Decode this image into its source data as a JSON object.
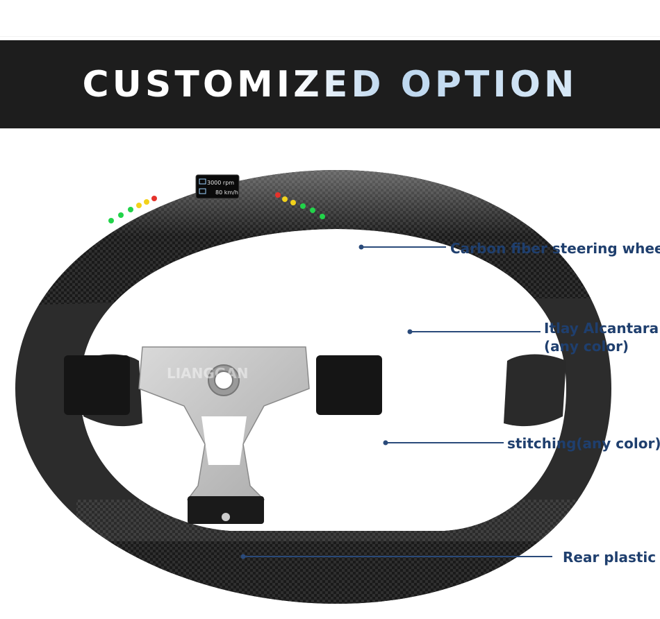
{
  "banner": {
    "title": "CUSTOMIZED OPTION"
  },
  "display": {
    "rpm": "3000 rpm",
    "speed": "80 km/h"
  },
  "watermark": "LIANGGAN",
  "callouts": {
    "carbon": "Carbon fiber steering wheel",
    "alcantara": "Itlay Alcantara",
    "alcantara_sub": "(any color)",
    "stitching": "stitching(any color)",
    "rear": "Rear plastic"
  },
  "colors": {
    "banner_bg": "#1d1d1d",
    "callout_text": "#1f3f6e",
    "leader_line": "#2a4a7a",
    "led_green": "#22d34a",
    "led_yellow": "#f2d21b",
    "led_red": "#e5322b"
  }
}
